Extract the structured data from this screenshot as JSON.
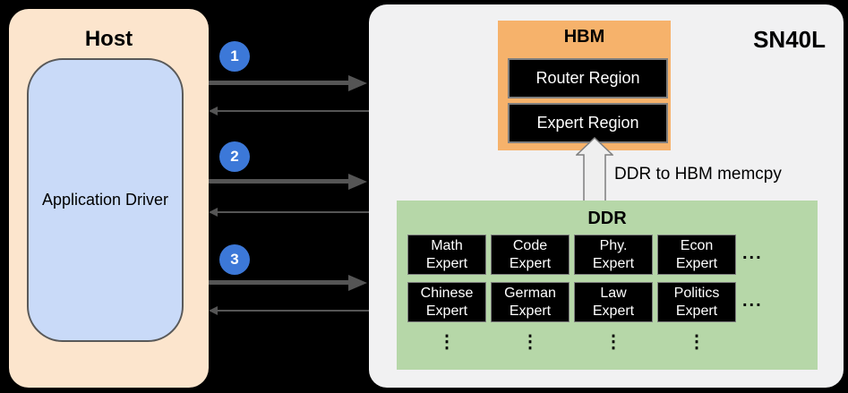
{
  "host": {
    "title": "Host",
    "app_driver_label": "Application Driver"
  },
  "channels": [
    {
      "number": "1"
    },
    {
      "number": "2"
    },
    {
      "number": "3"
    }
  ],
  "sn40l": {
    "title": "SN40L",
    "hbm": {
      "title": "HBM",
      "regions": [
        "Router Region",
        "Expert Region"
      ]
    },
    "memcpy_label": "DDR to HBM memcpy",
    "ddr": {
      "title": "DDR",
      "experts_row1": [
        {
          "line1": "Math",
          "line2": "Expert"
        },
        {
          "line1": "Code",
          "line2": "Expert"
        },
        {
          "line1": "Phy.",
          "line2": "Expert"
        },
        {
          "line1": "Econ",
          "line2": "Expert"
        }
      ],
      "experts_row2": [
        {
          "line1": "Chinese",
          "line2": "Expert"
        },
        {
          "line1": "German",
          "line2": "Expert"
        },
        {
          "line1": "Law",
          "line2": "Expert"
        },
        {
          "line1": "Politics",
          "line2": "Expert"
        }
      ],
      "row_ellipsis": "...",
      "column_dots": [
        "⋮",
        "⋮",
        "⋮",
        "⋮"
      ]
    }
  },
  "colors": {
    "host_bg": "#FCE5CD",
    "app_driver_bg": "#C9DAF8",
    "sn40l_bg": "#F1F1F2",
    "hbm_bg": "#F6B26B",
    "ddr_bg": "#B6D7A8",
    "black_box": "#000000",
    "badge_blue": "#3C78D8",
    "arrow_gray": "#555555"
  }
}
